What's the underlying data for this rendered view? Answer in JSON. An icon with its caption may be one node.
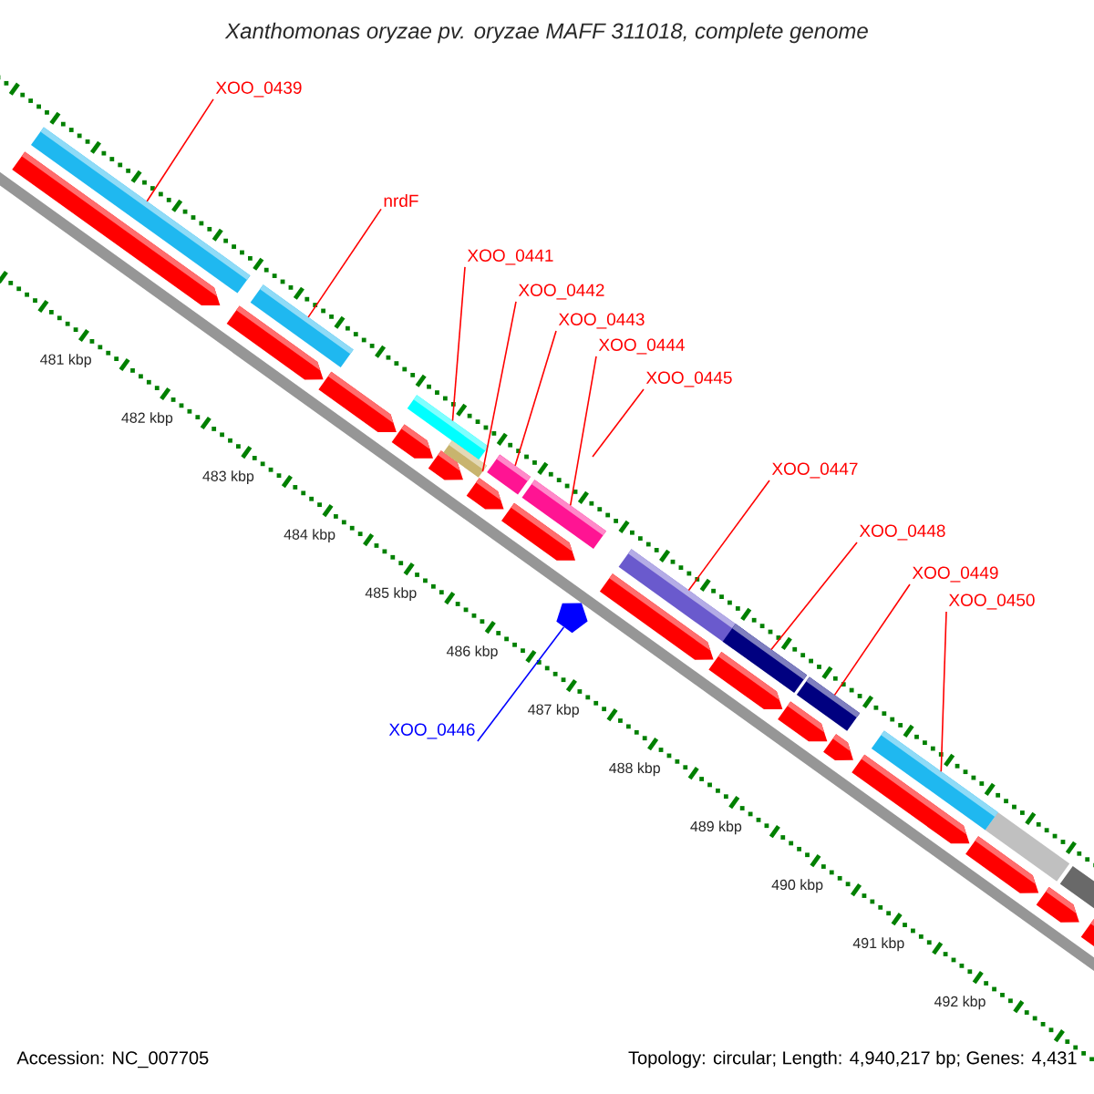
{
  "diagram": {
    "title": "Xanthomonas oryzae pv. oryzae MAFF 311018, complete genome",
    "nodes": [
      {
        "text": [
          "XOO_0439"
        ]
      },
      {
        "text": [
          "nrdF"
        ]
      },
      {
        "text": [
          "XOO_0441"
        ]
      },
      {
        "text": [
          "XOO_0442"
        ]
      },
      {
        "text": [
          "XOO_0443"
        ]
      },
      {
        "text": [
          "XOO_0444"
        ]
      },
      {
        "text": [
          "XOO_0445"
        ]
      },
      {
        "text": [
          "XOO_0447"
        ]
      },
      {
        "text": [
          "XOO_0448"
        ]
      },
      {
        "text": [
          "XOO_0449"
        ]
      },
      {
        "text": [
          "XOO_0450"
        ]
      },
      {
        "text": [
          "XOO_0446"
        ]
      },
      {
        "text": [],
        "shape": "bar"
      },
      {
        "text": [],
        "shape": "bar"
      },
      {
        "text": [],
        "shape": "bar"
      },
      {
        "text": [],
        "shape": "bar"
      },
      {
        "text": [],
        "shape": "bar"
      },
      {
        "text": [],
        "shape": "bar"
      },
      {
        "text": [],
        "shape": "bar"
      },
      {
        "text": [],
        "shape": "bar"
      },
      {
        "text": [],
        "shape": "bar"
      },
      {
        "text": [],
        "shape": "bar"
      },
      {
        "text": [],
        "shape": "pentagon"
      }
    ],
    "edges": [
      {
        "from": 0,
        "to": 12,
        "arrow": "none"
      },
      {
        "from": 1,
        "to": 13,
        "arrow": "none"
      },
      {
        "from": 2,
        "to": 14,
        "arrow": "none"
      },
      {
        "from": 3,
        "to": 15,
        "arrow": "none"
      },
      {
        "from": 4,
        "to": 16,
        "arrow": "none"
      },
      {
        "from": 5,
        "to": 17,
        "arrow": "none"
      },
      {
        "from": 6,
        "to": null,
        "arrow": "none"
      },
      {
        "from": 7,
        "to": 18,
        "arrow": "none"
      },
      {
        "from": 8,
        "to": 19,
        "arrow": "none"
      },
      {
        "from": 9,
        "to": 20,
        "arrow": "none"
      },
      {
        "from": 10,
        "to": 21,
        "arrow": "none"
      },
      {
        "from": 11,
        "to": 22,
        "arrow": "none",
        "color": "#0000ff"
      }
    ],
    "labels": [
      "481 kbp",
      "482 kbp",
      "483 kbp",
      "484 kbp",
      "485 kbp",
      "486 kbp",
      "487 kbp",
      "488 kbp",
      "489 kbp",
      "490 kbp",
      "491 kbp",
      "492 kbp",
      "Accession: NC_007705",
      "Topology: circular; Length: 4,940,217 bp; Genes: 4,431"
    ]
  }
}
